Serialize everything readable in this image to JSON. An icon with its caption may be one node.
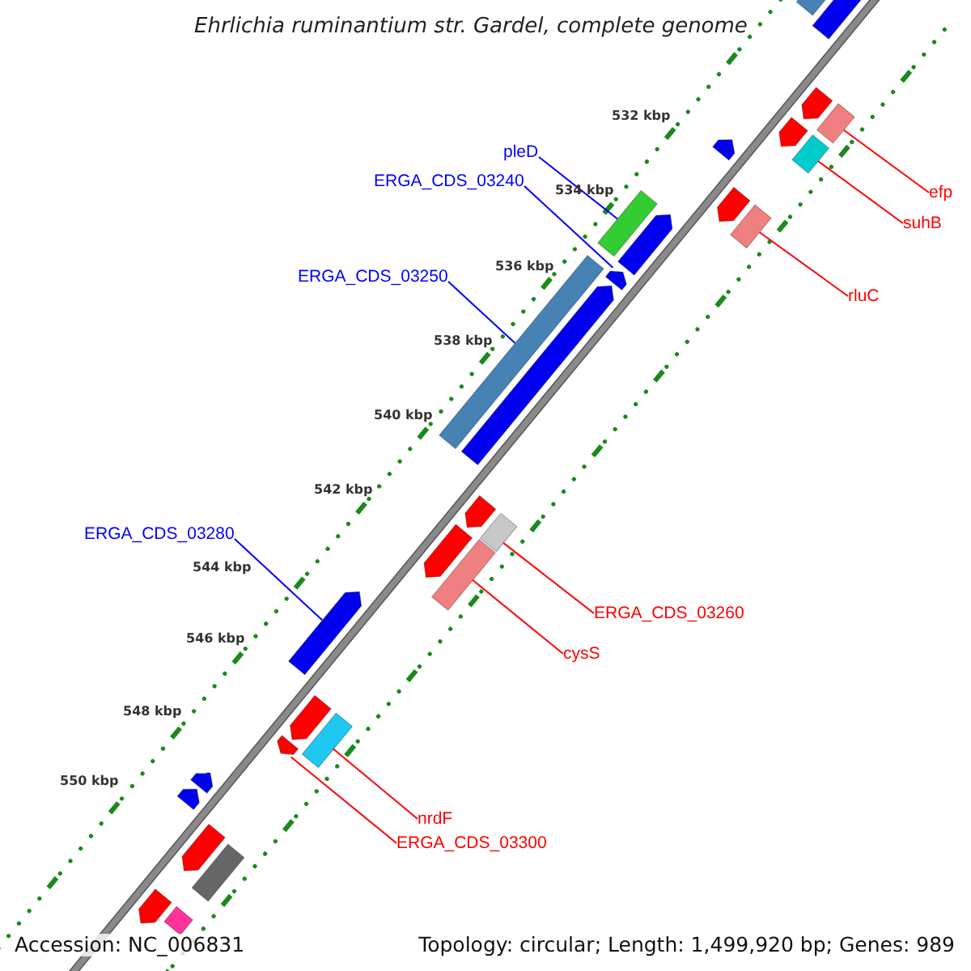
{
  "diagram": {
    "title": "Ehrlichia ruminantium str. Gardel, complete genome",
    "nodes": [
      {
        "text": [
          "pleD"
        ]
      },
      {
        "text": [
          "ERGA_CDS_03240"
        ]
      },
      {
        "text": [
          "ERGA_CDS_03250"
        ]
      },
      {
        "text": [
          "ERGA_CDS_03280"
        ]
      },
      {
        "text": [
          "efp"
        ]
      },
      {
        "text": [
          "suhB"
        ]
      },
      {
        "text": [
          "rluC"
        ]
      },
      {
        "text": [
          "ERGA_CDS_03260"
        ]
      },
      {
        "text": [
          "cysS"
        ]
      },
      {
        "text": [
          "nrdF"
        ]
      },
      {
        "text": [
          "ERGA_CDS_03300"
        ]
      },
      {
        "text": [],
        "shape": "arrow"
      },
      {
        "text": [],
        "shape": "bar"
      },
      {
        "text": [],
        "shape": "bar"
      },
      {
        "text": [],
        "shape": "arrow"
      },
      {
        "text": [],
        "shape": "arrow"
      },
      {
        "text": [],
        "shape": "bar"
      },
      {
        "text": [],
        "shape": "arrow"
      },
      {
        "text": [],
        "shape": "arrow"
      },
      {
        "text": [],
        "shape": "bar"
      },
      {
        "text": [],
        "shape": "arrow"
      },
      {
        "text": [],
        "shape": "bar"
      },
      {
        "text": [],
        "shape": "arrow"
      },
      {
        "text": [],
        "shape": "bar"
      },
      {
        "text": [],
        "shape": "arrow"
      },
      {
        "text": [],
        "shape": "arrow"
      },
      {
        "text": [],
        "shape": "bar"
      },
      {
        "text": [],
        "shape": "bar"
      },
      {
        "text": [],
        "shape": "arrow"
      },
      {
        "text": [],
        "shape": "arrow"
      },
      {
        "text": [],
        "shape": "arrow"
      },
      {
        "text": [],
        "shape": "bar"
      },
      {
        "text": [],
        "shape": "arrow"
      },
      {
        "text": [],
        "shape": "arrow"
      },
      {
        "text": [],
        "shape": "arrow"
      },
      {
        "text": [],
        "shape": "arrow"
      },
      {
        "text": [],
        "shape": "bar"
      },
      {
        "text": [],
        "shape": "arrow"
      },
      {
        "text": [],
        "shape": "bar"
      }
    ],
    "edges": [
      {
        "from": 0,
        "to": 21,
        "arrow": "none",
        "color": "#0000ff"
      },
      {
        "from": 1,
        "to": 22,
        "arrow": "none",
        "color": "#0000ff"
      },
      {
        "from": 2,
        "to": 23,
        "arrow": "none",
        "color": "#0000ff"
      },
      {
        "from": 3,
        "to": 29,
        "arrow": "none",
        "color": "#0000ff"
      },
      {
        "from": 4,
        "to": 13,
        "arrow": "none"
      },
      {
        "from": 5,
        "to": 16,
        "arrow": "none"
      },
      {
        "from": 6,
        "to": 19,
        "arrow": "none"
      },
      {
        "from": 7,
        "to": 26,
        "arrow": "none"
      },
      {
        "from": 8,
        "to": 27,
        "arrow": "none"
      },
      {
        "from": 9,
        "to": 31,
        "arrow": "none"
      },
      {
        "from": 10,
        "to": 32,
        "arrow": "none"
      }
    ],
    "labels": [
      "532 kbp",
      "534 kbp",
      "536 kbp",
      "538 kbp",
      "540 kbp",
      "542 kbp",
      "544 kbp",
      "546 kbp",
      "548 kbp",
      "550 kbp",
      "Accession: NC_006831",
      "Topology: circular; Length: 1,499,920 bp; Genes: 989"
    ]
  }
}
